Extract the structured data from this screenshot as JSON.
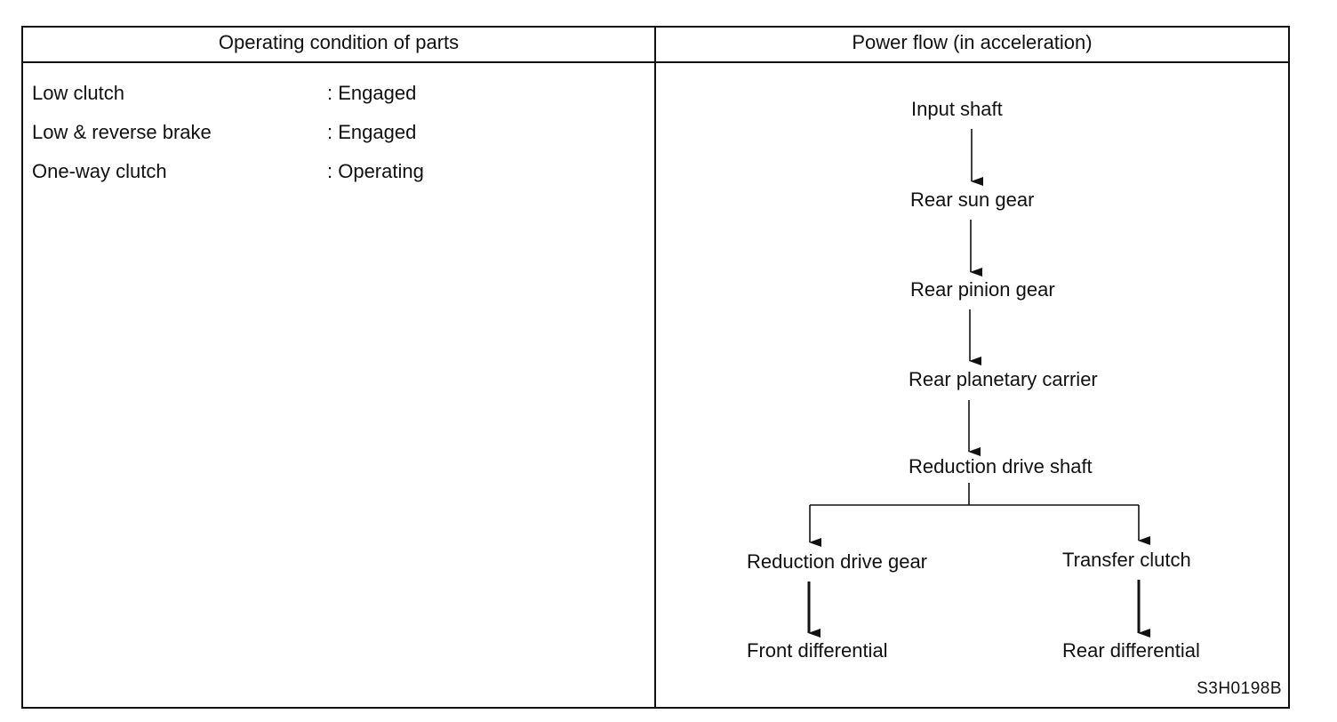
{
  "table": {
    "left_header": "Operating condition of parts",
    "right_header": "Power flow (in acceleration)"
  },
  "conditions": [
    {
      "part": "Low clutch",
      "status": ": Engaged"
    },
    {
      "part": "Low & reverse brake",
      "status": ": Engaged"
    },
    {
      "part": "One-way clutch",
      "status": ": Operating"
    }
  ],
  "power_flow": {
    "input_shaft": "Input shaft",
    "rear_sun_gear": "Rear sun gear",
    "rear_pinion_gear": "Rear pinion gear",
    "rear_planetary_carrier": "Rear planetary carrier",
    "reduction_drive_shaft": "Reduction drive shaft",
    "reduction_drive_gear": "Reduction drive gear",
    "transfer_clutch": "Transfer clutch",
    "front_differential": "Front differential",
    "rear_differential": "Rear differential"
  },
  "figure_code": "S3H0198B"
}
